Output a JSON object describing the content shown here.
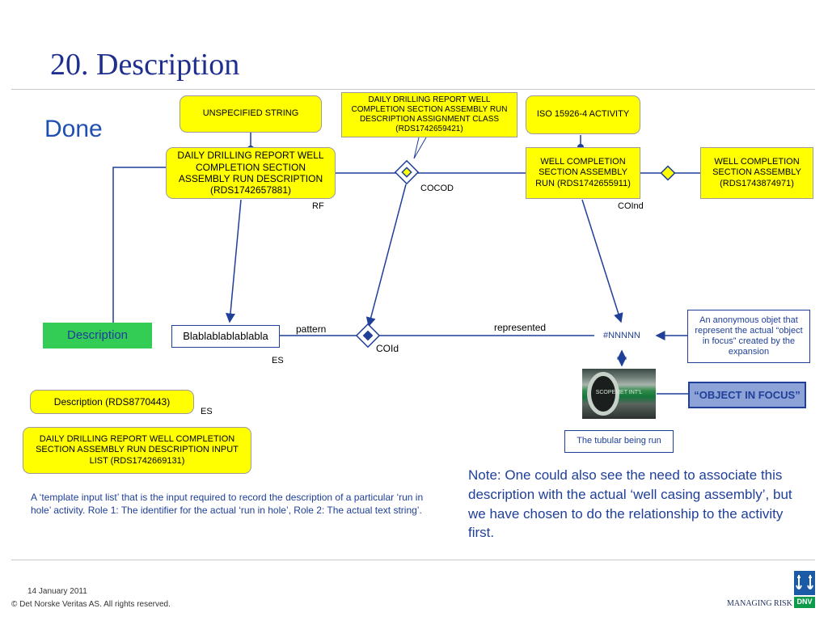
{
  "slide": {
    "title": "20. Description",
    "status": "Done"
  },
  "diagram": {
    "nodes": {
      "unspecified_string": "UNSPECIFIED STRING",
      "assignment_class": "DAILY DRILLING REPORT WELL COMPLETION SECTION ASSEMBLY RUN DESCRIPTION ASSIGNMENT CLASS (RDS1742659421)",
      "iso_activity": "ISO 15926-4 ACTIVITY",
      "run_description": "DAILY DRILLING REPORT WELL COMPLETION SECTION ASSEMBLY RUN DESCRIPTION (RDS1742657881)",
      "assembly_run": "WELL COMPLETION SECTION ASSEMBLY RUN (RDS1742655911)",
      "assembly": "WELL COMPLETION SECTION ASSEMBLY (RDS1743874971)",
      "description_green": "Description",
      "blabla": "Blablablablablabla",
      "nnnnn": "#NNNNN",
      "anonymous_note": "An anonymous objet that represent the actual “object in focus” created by the expansion",
      "object_in_focus": "“OBJECT IN FOCUS”",
      "description_rds": "Description (RDS8770443)",
      "input_list": "DAILY DRILLING REPORT WELL COMPLETION SECTION ASSEMBLY RUN DESCRIPTION INPUT LIST (RDS1742669131)",
      "tubular": "The tubular being run"
    },
    "labels": {
      "cocod": "COCOD",
      "rf": "RF",
      "coind": "COInd",
      "pattern": "pattern",
      "represented": "represented",
      "coid": "COId",
      "es1": "ES",
      "es2": "ES"
    },
    "photo_watermark": "SCOPEMET INT'L"
  },
  "text": {
    "template_note": "A ‘template input list’ that is the input required to record the description of a particular ‘run in hole’ activity. Role 1: The identifier for the actual ‘run in hole’, Role 2: The actual text string’.",
    "note": "Note: One could also see the need to associate this description with the actual ‘well casing assembly’, but we have chosen to do the relationship to the activity first."
  },
  "footer": {
    "date": "14 January 2011",
    "copyright": "© Det Norske Veritas AS. All rights reserved.",
    "tagline": "MANAGING RISK",
    "logo_text": "DNV"
  },
  "colors": {
    "title": "#1f2f8f",
    "node_yellow": "#ffff00",
    "line_blue": "#1f3f99",
    "green_box": "#33cc55",
    "focus_box": "#8da2d6"
  }
}
